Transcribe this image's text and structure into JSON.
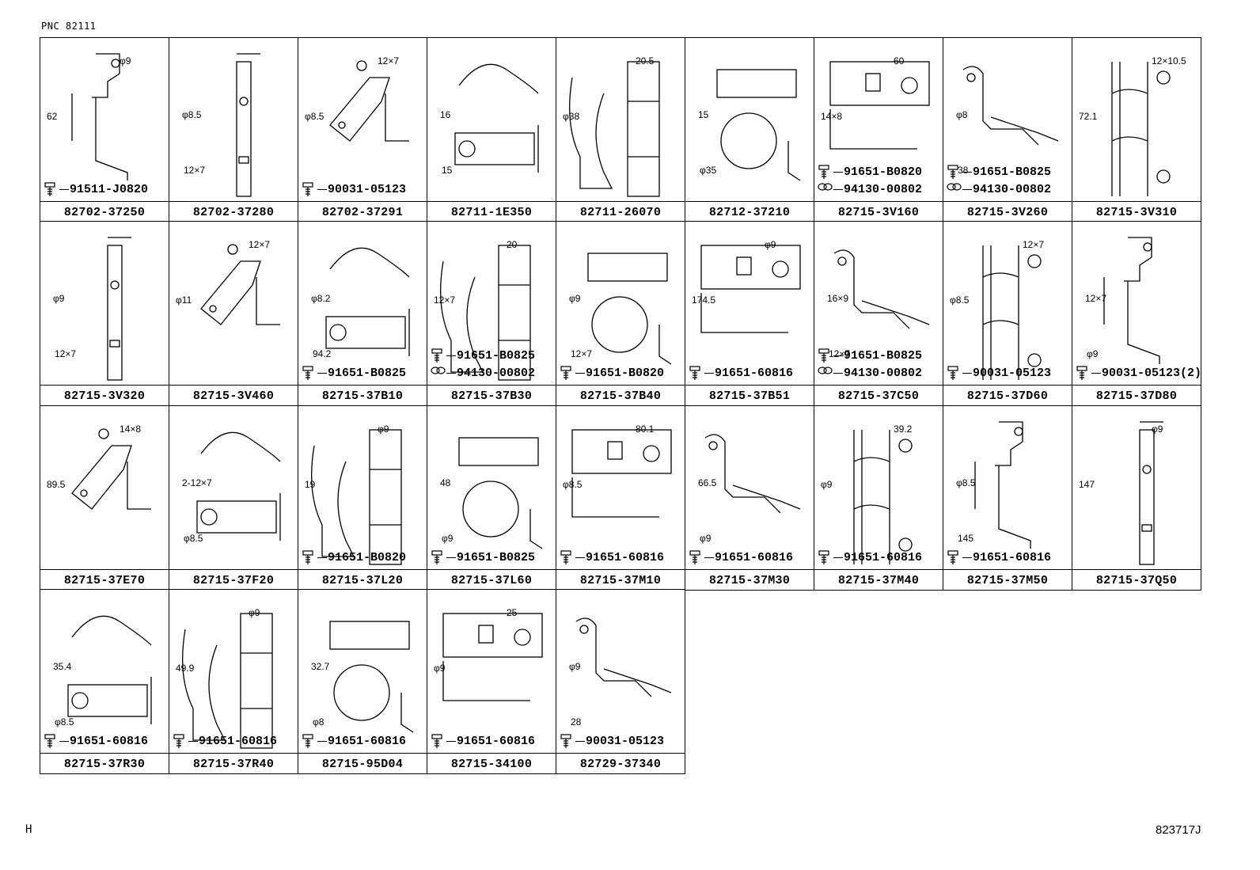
{
  "header": {
    "pnc": "PNC 82111"
  },
  "footer": {
    "left_mark": "H",
    "drawing_id": "823717J"
  },
  "cells": [
    {
      "part": "82702-37250",
      "hw": [
        {
          "icon": "bolt-icon",
          "no": "91511-J0820"
        }
      ],
      "dims": [
        "φ9",
        "62"
      ]
    },
    {
      "part": "82702-37280",
      "hw": [],
      "dims": [
        "φ8.5",
        "12×7"
      ]
    },
    {
      "part": "82702-37291",
      "hw": [
        {
          "icon": "bolt-icon",
          "no": "90031-05123"
        }
      ],
      "dims": [
        "12×7",
        "φ8.5"
      ]
    },
    {
      "part": "82711-1E350",
      "hw": [],
      "dims": [
        "16",
        "15"
      ]
    },
    {
      "part": "82711-26070",
      "hw": [],
      "dims": [
        "20.5",
        "φ38"
      ]
    },
    {
      "part": "82712-37210",
      "hw": [],
      "dims": [
        "15",
        "φ35"
      ]
    },
    {
      "part": "82715-3V160",
      "hw": [
        {
          "icon": "bolt-icon",
          "no": "91651-B0820"
        },
        {
          "icon": "nut-icon",
          "no": "94130-00802"
        }
      ],
      "dims": [
        "60",
        "14×8"
      ]
    },
    {
      "part": "82715-3V260",
      "hw": [
        {
          "icon": "bolt-icon",
          "no": "91651-B0825"
        },
        {
          "icon": "nut-icon",
          "no": "94130-00802"
        }
      ],
      "dims": [
        "φ8",
        "38"
      ]
    },
    {
      "part": "82715-3V310",
      "hw": [],
      "dims": [
        "12×10.5",
        "72.1"
      ]
    },
    {
      "part": "82715-3V320",
      "hw": [],
      "dims": [
        "φ9",
        "12×7"
      ]
    },
    {
      "part": "82715-3V460",
      "hw": [],
      "dims": [
        "12×7",
        "φ11"
      ]
    },
    {
      "part": "82715-37B10",
      "hw": [
        {
          "icon": "bolt-icon",
          "no": "91651-B0825"
        }
      ],
      "dims": [
        "φ8.2",
        "94.2"
      ]
    },
    {
      "part": "82715-37B30",
      "hw": [
        {
          "icon": "bolt-icon",
          "no": "91651-B0825"
        },
        {
          "icon": "nut-icon",
          "no": "94130-00802"
        }
      ],
      "dims": [
        "20",
        "12×7"
      ]
    },
    {
      "part": "82715-37B40",
      "hw": [
        {
          "icon": "bolt-icon",
          "no": "91651-B0820"
        }
      ],
      "dims": [
        "φ9",
        "12×7"
      ]
    },
    {
      "part": "82715-37B51",
      "hw": [
        {
          "icon": "bolt-icon",
          "no": "91651-60816"
        }
      ],
      "dims": [
        "φ9",
        "174.5"
      ]
    },
    {
      "part": "82715-37C50",
      "hw": [
        {
          "icon": "bolt-icon",
          "no": "91651-B0825"
        },
        {
          "icon": "nut-icon",
          "no": "94130-00802"
        }
      ],
      "dims": [
        "16×9",
        "12×7"
      ]
    },
    {
      "part": "82715-37D60",
      "hw": [
        {
          "icon": "bolt-icon",
          "no": "90031-05123"
        }
      ],
      "dims": [
        "12×7",
        "φ8.5"
      ]
    },
    {
      "part": "82715-37D80",
      "hw": [
        {
          "icon": "bolt-icon",
          "no": "90031-05123(2)"
        }
      ],
      "dims": [
        "12×7",
        "φ9"
      ]
    },
    {
      "part": "82715-37E70",
      "hw": [],
      "dims": [
        "14×8",
        "89.5"
      ]
    },
    {
      "part": "82715-37F20",
      "hw": [],
      "dims": [
        "2-12×7",
        "φ8.5"
      ]
    },
    {
      "part": "82715-37L20",
      "hw": [
        {
          "icon": "bolt-icon",
          "no": "91651-B0820"
        }
      ],
      "dims": [
        "φ9",
        "19"
      ]
    },
    {
      "part": "82715-37L60",
      "hw": [
        {
          "icon": "bolt-icon",
          "no": "91651-B0825"
        }
      ],
      "dims": [
        "48",
        "φ9"
      ]
    },
    {
      "part": "82715-37M10",
      "hw": [
        {
          "icon": "bolt-icon",
          "no": "91651-60816"
        }
      ],
      "dims": [
        "80.1",
        "φ8.5"
      ]
    },
    {
      "part": "82715-37M30",
      "hw": [
        {
          "icon": "bolt-icon",
          "no": "91651-60816"
        }
      ],
      "dims": [
        "66.5",
        "φ9"
      ]
    },
    {
      "part": "82715-37M40",
      "hw": [
        {
          "icon": "bolt-icon",
          "no": "91651-60816"
        }
      ],
      "dims": [
        "39.2",
        "φ9"
      ]
    },
    {
      "part": "82715-37M50",
      "hw": [
        {
          "icon": "bolt-icon",
          "no": "91651-60816"
        }
      ],
      "dims": [
        "φ8.5",
        "145"
      ]
    },
    {
      "part": "82715-37Q50",
      "hw": [],
      "dims": [
        "φ9",
        "147"
      ]
    },
    {
      "part": "82715-37R30",
      "hw": [
        {
          "icon": "bolt-icon",
          "no": "91651-60816"
        }
      ],
      "dims": [
        "35.4",
        "φ8.5"
      ]
    },
    {
      "part": "82715-37R40",
      "hw": [
        {
          "icon": "bolt-icon",
          "no": "91651-60816"
        }
      ],
      "dims": [
        "φ9",
        "49.9"
      ]
    },
    {
      "part": "82715-95D04",
      "hw": [
        {
          "icon": "bolt-icon",
          "no": "91651-60816"
        }
      ],
      "dims": [
        "32.7",
        "φ8"
      ]
    },
    {
      "part": "82715-34100",
      "hw": [
        {
          "icon": "bolt-icon",
          "no": "91651-60816"
        }
      ],
      "dims": [
        "25",
        "φ9"
      ]
    },
    {
      "part": "82729-37340",
      "hw": [
        {
          "icon": "bolt-icon",
          "no": "90031-05123"
        }
      ],
      "dims": [
        "φ9",
        "28"
      ]
    }
  ]
}
